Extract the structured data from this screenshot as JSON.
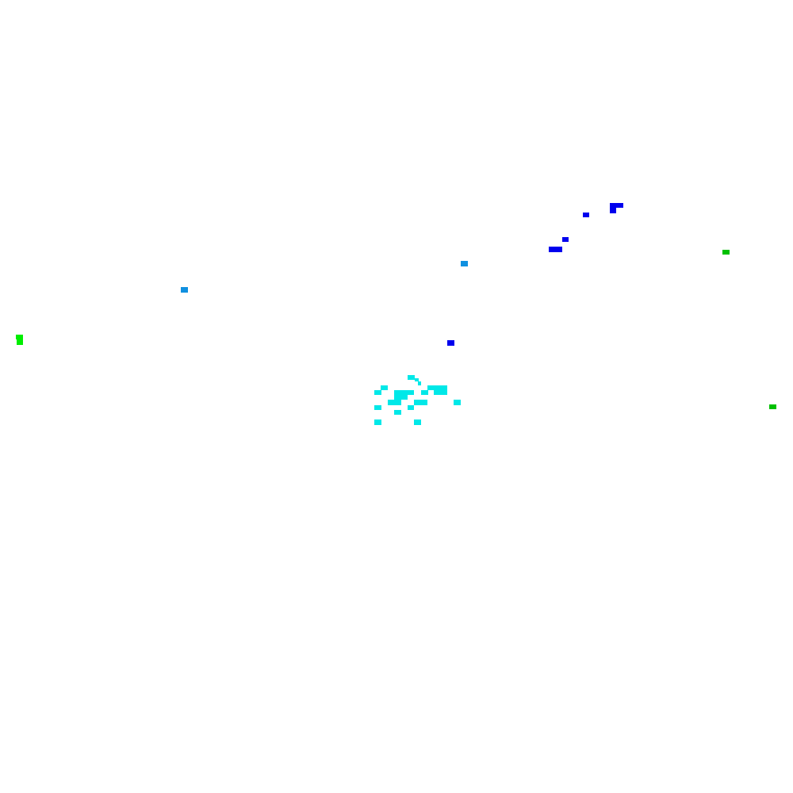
{
  "canvas": {
    "background": "#ffffff"
  },
  "palette": {
    "blue": "#0000ee",
    "sky": "#1090e0",
    "cyan": "#00e8e8",
    "green": "#00ee00",
    "dark_green": "#00c000"
  },
  "clusters": [
    {
      "name": "blue-cluster",
      "color_key": "blue"
    },
    {
      "name": "sky-cluster",
      "color_key": "sky"
    },
    {
      "name": "cyan-cluster",
      "color_key": "cyan"
    },
    {
      "name": "green-cluster",
      "color_key": "green"
    },
    {
      "name": "dark-green-cluster",
      "color_key": "dark_green"
    }
  ]
}
